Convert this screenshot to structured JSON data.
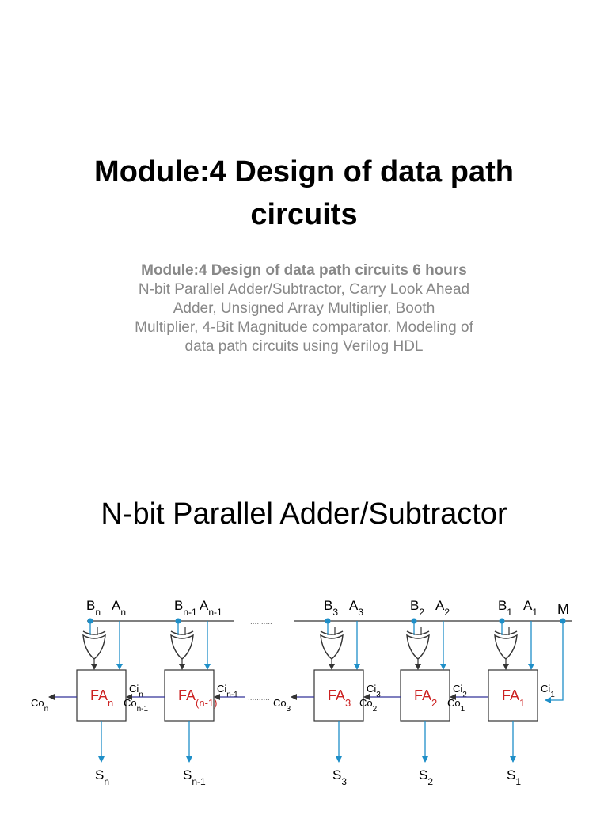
{
  "slide1": {
    "title_line1": "Module:4 Design of data path",
    "title_line2": "circuits",
    "subtitle_bold": "Module:4 Design of data path circuits 6 hours",
    "subtitle_lines": [
      "N-bit Parallel Adder/Subtractor, Carry Look Ahead",
      "Adder, Unsigned Array Multiplier, Booth",
      "Multiplier, 4-Bit Magnitude comparator. Modeling of",
      "data path circuits using Verilog HDL"
    ]
  },
  "slide2": {
    "title": "N-bit Parallel Adder/Subtractor"
  },
  "diagram": {
    "mode_label": "M",
    "dots": "..........",
    "colors": {
      "wire": "#1f8fc8",
      "box_text": "#cc2222",
      "dark": "#333333"
    },
    "blocks": [
      {
        "name": "fa-n",
        "B": "B",
        "Bsub": "n",
        "A": "A",
        "Asub": "n",
        "FA": "FA",
        "FAsub": "n",
        "S": "S",
        "Ssub": "n",
        "Ci": "Ci",
        "CiSub": "n",
        "Co": "Co",
        "CoSub": "n"
      },
      {
        "name": "fa-n-1",
        "B": "B",
        "Bsub": "n-1",
        "A": "A",
        "Asub": "n-1",
        "FA": "FA",
        "FAsub": "(n-1)",
        "S": "S",
        "Ssub": "n-1",
        "Ci": "Ci",
        "CiSub": "n-1",
        "Co": "Co",
        "CoSub": "n-1"
      },
      {
        "name": "fa-3",
        "B": "B",
        "Bsub": "3",
        "A": "A",
        "Asub": "3",
        "FA": "FA",
        "FAsub": "3",
        "S": "S",
        "Ssub": "3",
        "Ci": "Ci",
        "CiSub": "3",
        "Co": "Co",
        "CoSub": "3"
      },
      {
        "name": "fa-2",
        "B": "B",
        "Bsub": "2",
        "A": "A",
        "Asub": "2",
        "FA": "FA",
        "FAsub": "2",
        "S": "S",
        "Ssub": "2",
        "Ci": "Ci",
        "CiSub": "2",
        "Co": "Co",
        "CoSub": "2"
      },
      {
        "name": "fa-1",
        "B": "B",
        "Bsub": "1",
        "A": "A",
        "Asub": "1",
        "FA": "FA",
        "FAsub": "1",
        "S": "S",
        "Ssub": "1",
        "Ci": "Ci",
        "CiSub": "1",
        "Co": "Co",
        "CoSub": "1"
      }
    ]
  }
}
